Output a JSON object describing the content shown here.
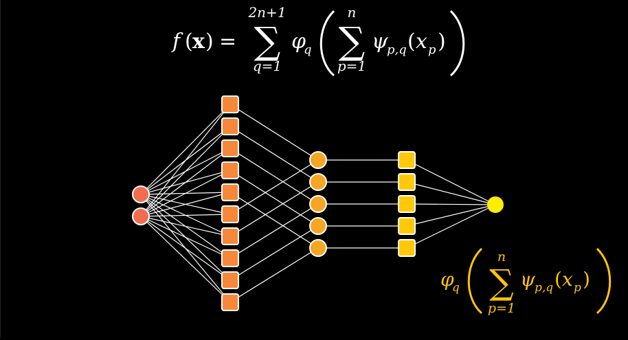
{
  "colors": {
    "background": "#000000",
    "edge": "#ffffff",
    "input_node": "#f26d4f",
    "inner_node": "#f5883a",
    "hidden_node": "#f5a623",
    "outer_node": "#ffc90a",
    "output_node": "#ffee00",
    "formula_main": "#ffffff",
    "formula_outer": "#ffc20e",
    "node_stroke": "#ffffff"
  },
  "formula_main": {
    "lhs_func": "f",
    "lhs_arg": "x",
    "equals": "=",
    "sum_outer_upper": "2n+1",
    "sum_outer_lower": "q=1",
    "phi": "φ",
    "phi_sub": "q",
    "sum_inner_upper": "n",
    "sum_inner_lower": "p=1",
    "psi": "ψ",
    "psi_sub": "p,q",
    "x_var": "x",
    "x_sub": "p"
  },
  "formula_outer_function": {
    "phi": "φ",
    "phi_sub": "q",
    "sum_upper": "n",
    "sum_lower": "p=1",
    "psi": "ψ",
    "psi_sub": "p,q",
    "x_var": "x",
    "x_sub": "p"
  },
  "network": {
    "input_count": 2,
    "inner_count": 10,
    "hidden_count": 5,
    "outer_count": 5,
    "output_count": 1
  }
}
